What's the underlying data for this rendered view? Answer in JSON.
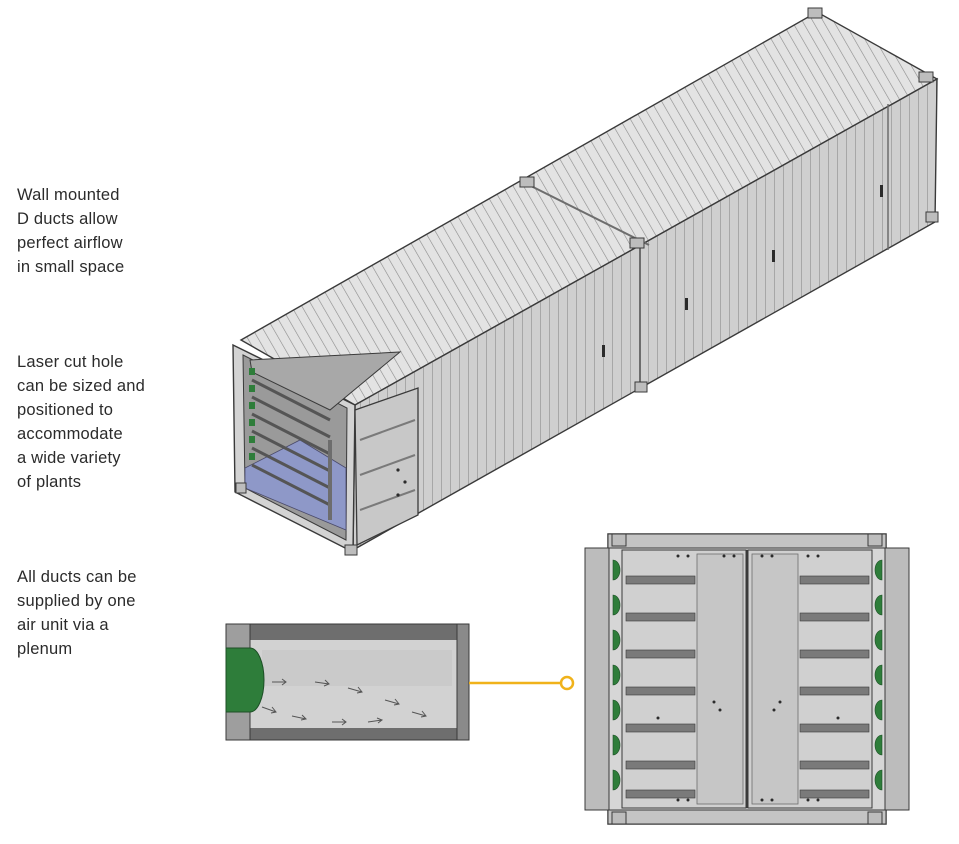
{
  "captions": [
    {
      "lines": [
        "Wall mounted",
        "D ducts allow",
        "perfect airflow",
        "in small space"
      ]
    },
    {
      "lines": [
        "Laser cut hole",
        "can be sized and",
        "positioned to",
        "accommodate",
        "a wide variety",
        "of plants"
      ]
    },
    {
      "lines": [
        "All ducts can be",
        "supplied by one",
        "air unit via a",
        "plenum"
      ]
    }
  ],
  "colors": {
    "steel_light": "#d9d9d9",
    "steel_mid": "#bdbdbd",
    "steel_dark": "#7a7a7a",
    "outline": "#3a3a3a",
    "interior_blue": "#8e98c8",
    "duct_green": "#2e7d3a",
    "callout": "#f0b21a"
  }
}
